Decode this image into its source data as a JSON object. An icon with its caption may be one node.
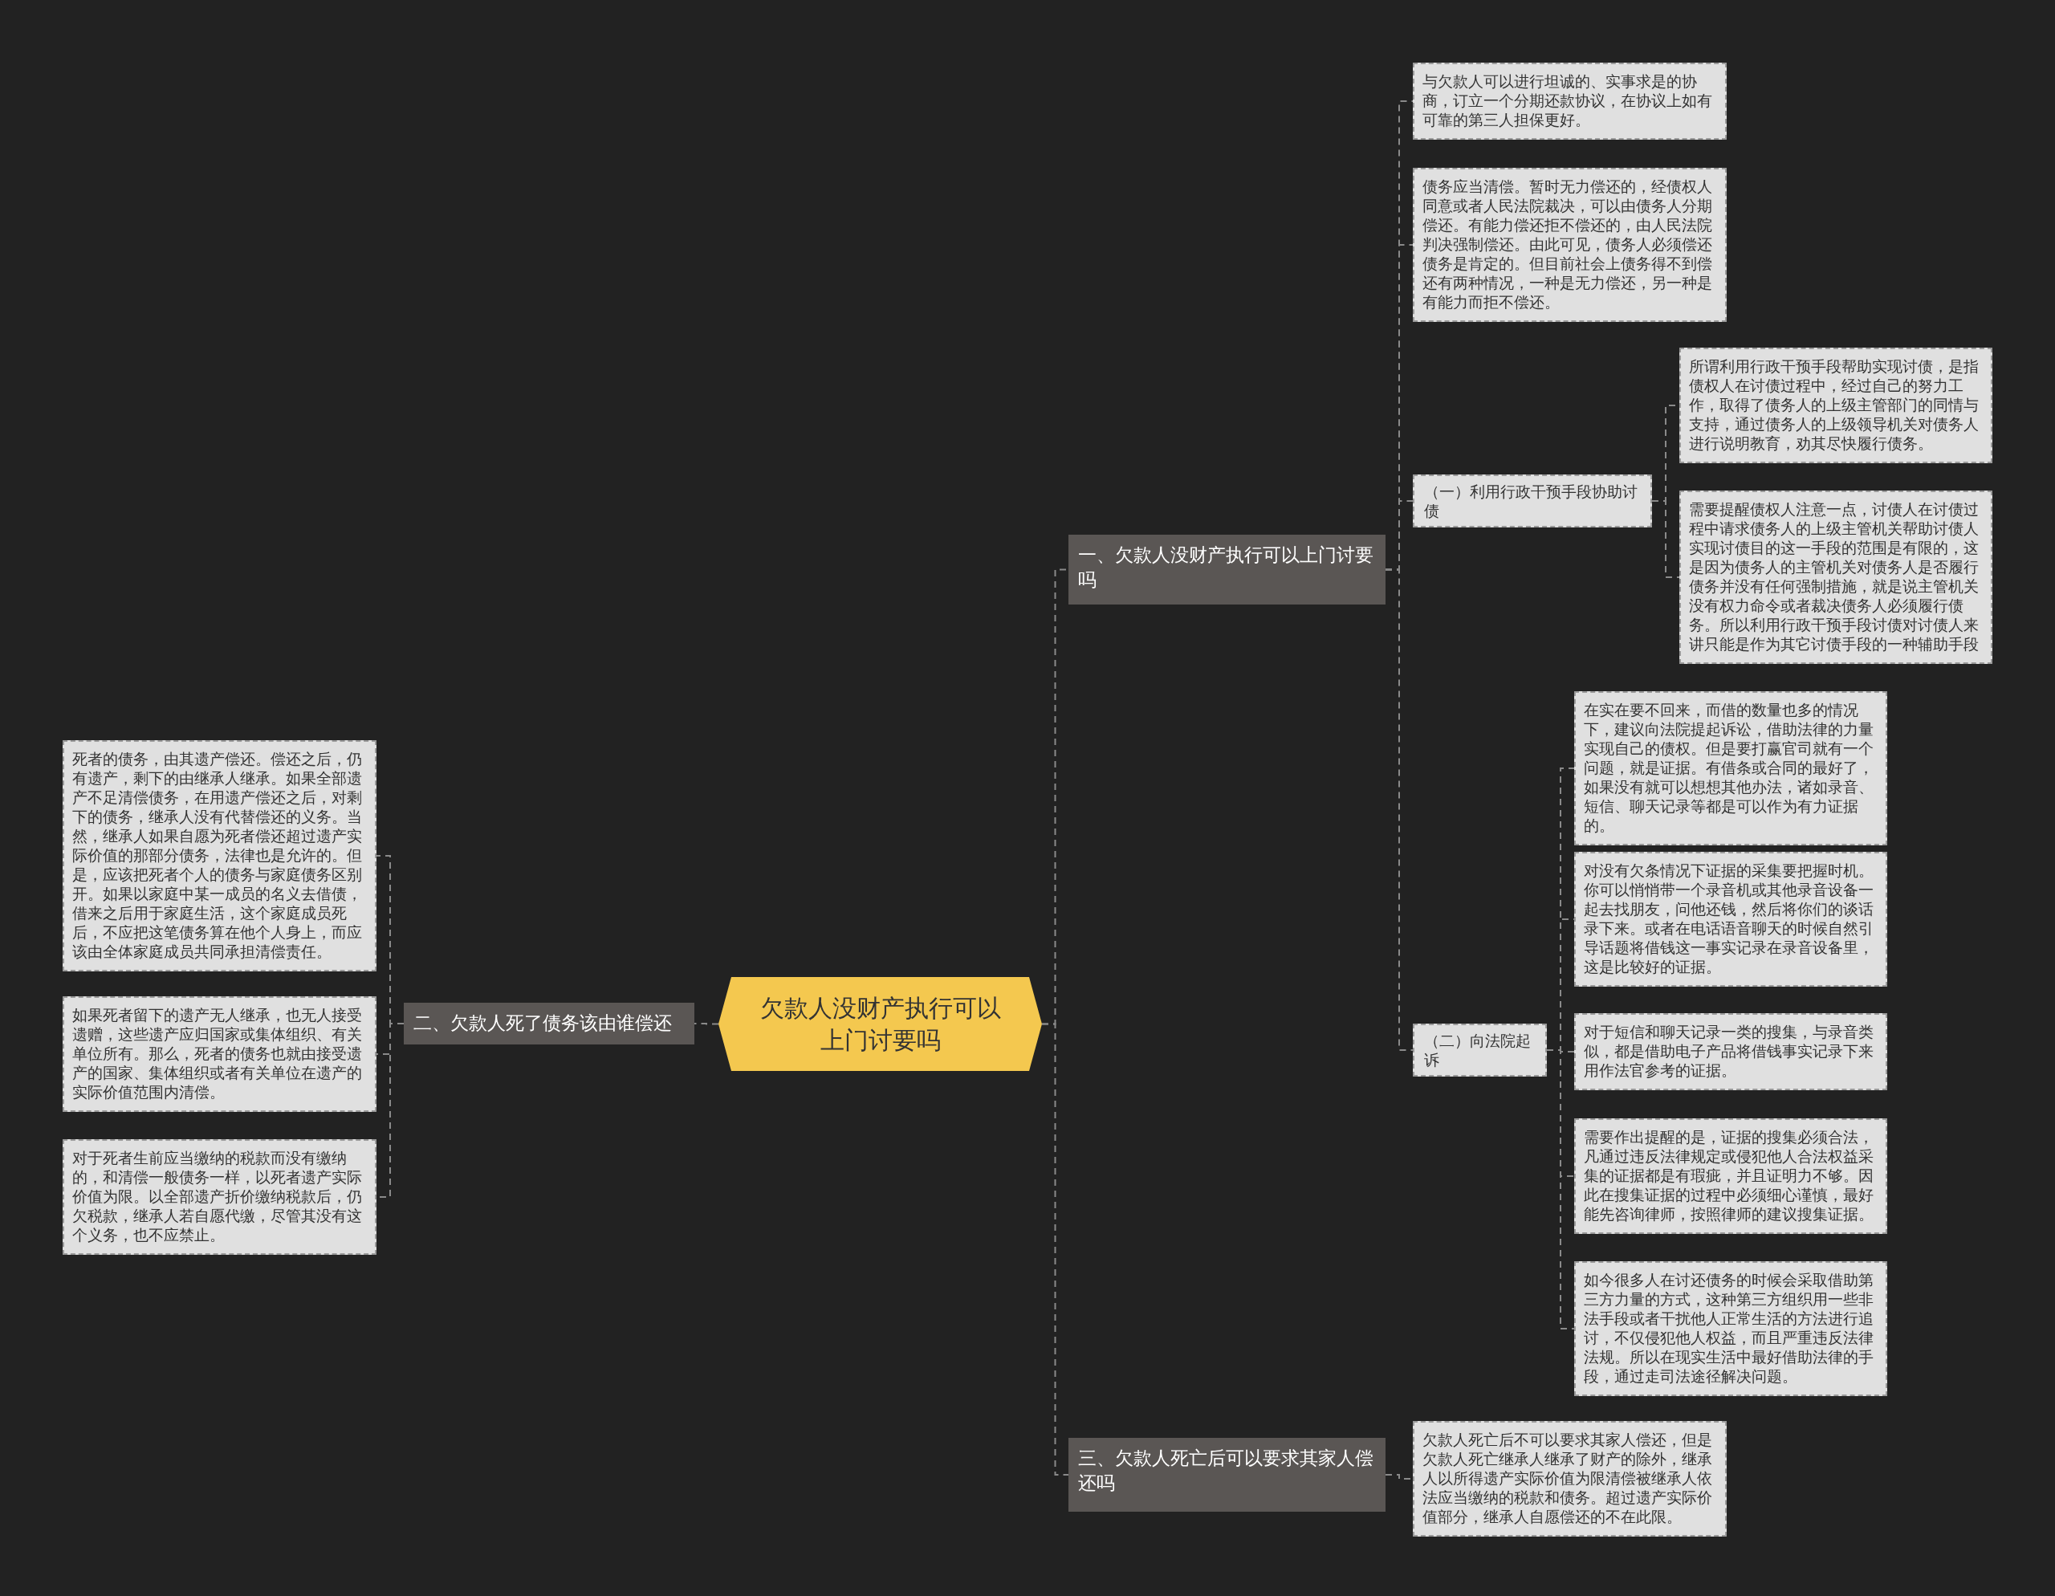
{
  "diagram": {
    "nodes": [
      {
        "text": [
          "欠款人没财产执行可以上门讨要吗"
        ]
      },
      {
        "text": [
          "一、欠款人没财产执行可以上门讨要吗"
        ]
      },
      {
        "text": [
          "与欠款人可以进行坦诚的、实事求是的协商，订立一个分期还款协议，在协议上如有可靠的第三人担保更好。"
        ]
      },
      {
        "text": [
          "债务应当清偿。暂时无力偿还的，经债权人同意或者人民法院裁决，可以由债务人分期偿还。有能力偿还拒不偿还的，由人民法院判决强制偿还。由此可见，债务人必须偿还债务是肯定的。但目前社会上债务得不到偿还有两种情况，一种是无力偿还，另一种是有能力而拒不偿还。"
        ]
      },
      {
        "text": [
          "（一）利用行政干预手段协助讨债"
        ]
      },
      {
        "text": [
          "所谓利用行政干预手段帮助实现讨债，是指债权人在讨债过程中，经过自己的努力工作，取得了债务人的上级主管部门的同情与支持，通过债务人的上级领导机关对债务人进行说明教育，劝其尽快履行债务。"
        ]
      },
      {
        "text": [
          "需要提醒债权人注意一点，讨债人在讨债过程中请求债务人的上级主管机关帮助讨债人实现讨债目的这一手段的范围是有限的，这是因为债务人的主管机关对债务人是否履行债务并没有任何强制措施，就是说主管机关没有权力命令或者裁决债务人必须履行债务。所以利用行政干预手段讨债对讨债人来讲只能是作为其它讨债手段的一种辅助手段"
        ]
      },
      {
        "text": [
          "（二）向法院起诉"
        ]
      },
      {
        "text": [
          "在实在要不回来，而借的数量也多的情况下，建议向法院提起诉讼，借助法律的力量实现自己的债权。但是要打赢官司就有一个问题，就是证据。有借条或合同的最好了，如果没有就可以想想其他办法，诸如录音、短信、聊天记录等都是可以作为有力证据的。"
        ]
      },
      {
        "text": [
          "对没有欠条情况下证据的采集要把握时机。你可以悄悄带一个录音机或其他录音设备一起去找朋友，问他还钱，然后将你们的谈话录下来。或者在电话语音聊天的时候自然引导话题将借钱这一事实记录在录音设备里，这是比较好的证据。"
        ]
      },
      {
        "text": [
          "对于短信和聊天记录一类的搜集，与录音类似，都是借助电子产品将借钱事实记录下来用作法官参考的证据。"
        ]
      },
      {
        "text": [
          "需要作出提醒的是，证据的搜集必须合法，凡通过违反法律规定或侵犯他人合法权益采集的证据都是有瑕疵，并且证明力不够。因此在搜集证据的过程中必须细心谨慎，最好能先咨询律师，按照律师的建议搜集证据。"
        ]
      },
      {
        "text": [
          "如今很多人在讨还债务的时候会采取借助第三方力量的方式，这种第三方组织用一些非法手段或者干扰他人正常生活的方法进行追讨，不仅侵犯他人权益，而且严重违反法律法规。所以在现实生活中最好借助法律的手段，通过走司法途径解决问题。"
        ]
      },
      {
        "text": [
          "三、欠款人死亡后可以要求其家人偿还吗"
        ]
      },
      {
        "text": [
          "欠款人死亡后不可以要求其家人偿还，但是欠款人死亡继承人继承了财产的除外，继承人以所得遗产实际价值为限清偿被继承人依法应当缴纳的税款和债务。超过遗产实际价值部分，继承人自愿偿还的不在此限。"
        ]
      },
      {
        "text": [
          "二、欠款人死了债务该由谁偿还"
        ]
      },
      {
        "text": [
          "死者的债务，由其遗产偿还。偿还之后，仍有遗产，剩下的由继承人继承。如果全部遗产不足清偿债务，在用遗产偿还之后，对剩下的债务，继承人没有代替偿还的义务。当然，继承人如果自愿为死者偿还超过遗产实际价值的那部分债务，法律也是允许的。但是，应该把死者个人的债务与家庭债务区别开。如果以家庭中某一成员的名义去借债，借来之后用于家庭生活，这个家庭成员死后，不应把这笔债务算在他个人身上，而应该由全体家庭成员共同承担清偿责任。"
        ]
      },
      {
        "text": [
          "如果死者留下的遗产无人继承，也无人接受遗赠，这些遗产应归国家或集体组织、有关单位所有。那么，死者的债务也就由接受遗产的国家、集体组织或者有关单位在遗产的实际价值范围内清偿。"
        ]
      },
      {
        "text": [
          "对于死者生前应当缴纳的税款而没有缴纳的，和清偿一般债务一样，以死者遗产实际价值为限。以全部遗产折价缴纳税款后，仍欠税款，继承人若自愿代缴，尽管其没有这个义务，也不应禁止。"
        ]
      }
    ],
    "edges": [
      {
        "from": 0,
        "to": 1,
        "arrow": "none"
      },
      {
        "from": 1,
        "to": 2,
        "arrow": "none"
      },
      {
        "from": 1,
        "to": 3,
        "arrow": "none"
      },
      {
        "from": 1,
        "to": 4,
        "arrow": "none"
      },
      {
        "from": 4,
        "to": 5,
        "arrow": "none"
      },
      {
        "from": 4,
        "to": 6,
        "arrow": "none"
      },
      {
        "from": 1,
        "to": 7,
        "arrow": "none"
      },
      {
        "from": 7,
        "to": 8,
        "arrow": "none"
      },
      {
        "from": 7,
        "to": 9,
        "arrow": "none"
      },
      {
        "from": 7,
        "to": 10,
        "arrow": "none"
      },
      {
        "from": 7,
        "to": 11,
        "arrow": "none"
      },
      {
        "from": 7,
        "to": 12,
        "arrow": "none"
      },
      {
        "from": 0,
        "to": 13,
        "arrow": "none"
      },
      {
        "from": 13,
        "to": 14,
        "arrow": "none"
      },
      {
        "from": 0,
        "to": 15,
        "arrow": "none"
      },
      {
        "from": 15,
        "to": 16,
        "arrow": "none"
      },
      {
        "from": 15,
        "to": 17,
        "arrow": "none"
      },
      {
        "from": 15,
        "to": 18,
        "arrow": "none"
      }
    ]
  }
}
